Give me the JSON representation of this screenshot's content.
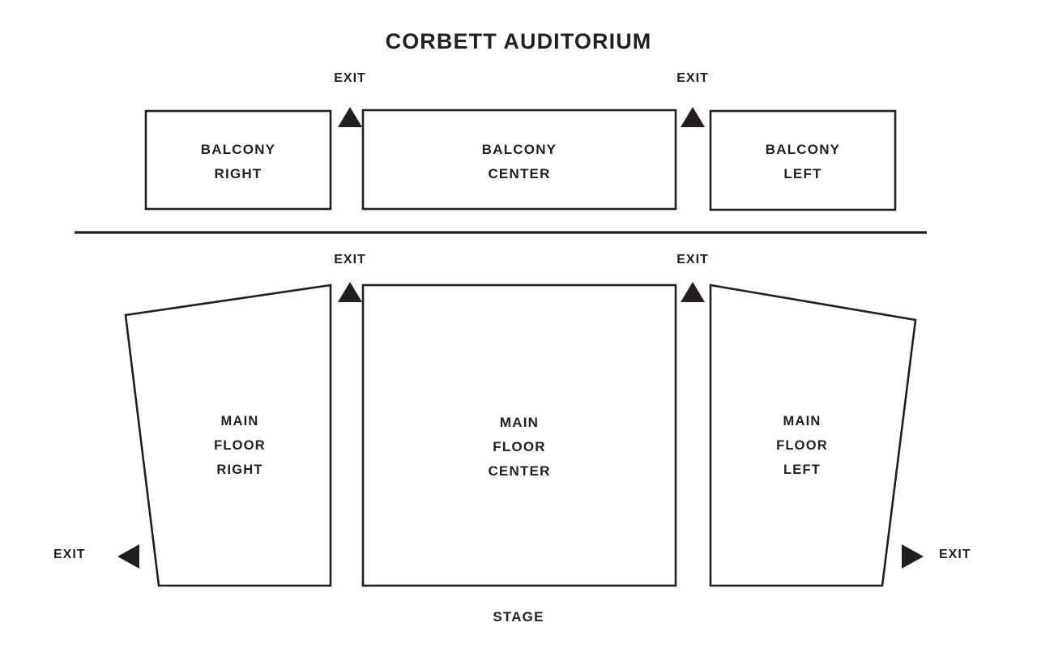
{
  "title": "CORBETT AUDITORIUM",
  "stage_label": "STAGE",
  "exit_label": "EXIT",
  "colors": {
    "ink": "#231f20",
    "background": "#ffffff",
    "shape_fill": "#ffffff",
    "shape_stroke": "#231f20"
  },
  "balcony": {
    "sections": [
      {
        "name": "balcony-right",
        "label": "BALCONY\nRIGHT"
      },
      {
        "name": "balcony-center",
        "label": "BALCONY\nCENTER"
      },
      {
        "name": "balcony-left",
        "label": "BALCONY\nLEFT"
      }
    ]
  },
  "main_floor": {
    "sections": [
      {
        "name": "main-floor-right",
        "label": "MAIN\nFLOOR\nRIGHT"
      },
      {
        "name": "main-floor-center",
        "label": "MAIN\nFLOOR\nCENTER"
      },
      {
        "name": "main-floor-left",
        "label": "MAIN\nFLOOR\nLEFT"
      }
    ]
  },
  "exits": [
    {
      "name": "exit-balcony-aisle-right",
      "label": "EXIT",
      "direction": "up"
    },
    {
      "name": "exit-balcony-aisle-left",
      "label": "EXIT",
      "direction": "up"
    },
    {
      "name": "exit-floor-aisle-right",
      "label": "EXIT",
      "direction": "up"
    },
    {
      "name": "exit-floor-aisle-left",
      "label": "EXIT",
      "direction": "up"
    },
    {
      "name": "exit-floor-side-right",
      "label": "EXIT",
      "direction": "left"
    },
    {
      "name": "exit-floor-side-left",
      "label": "EXIT",
      "direction": "right"
    }
  ],
  "icons": {
    "arrow_up": "triangle-up-icon",
    "arrow_left": "triangle-left-icon",
    "arrow_right": "triangle-right-icon"
  }
}
